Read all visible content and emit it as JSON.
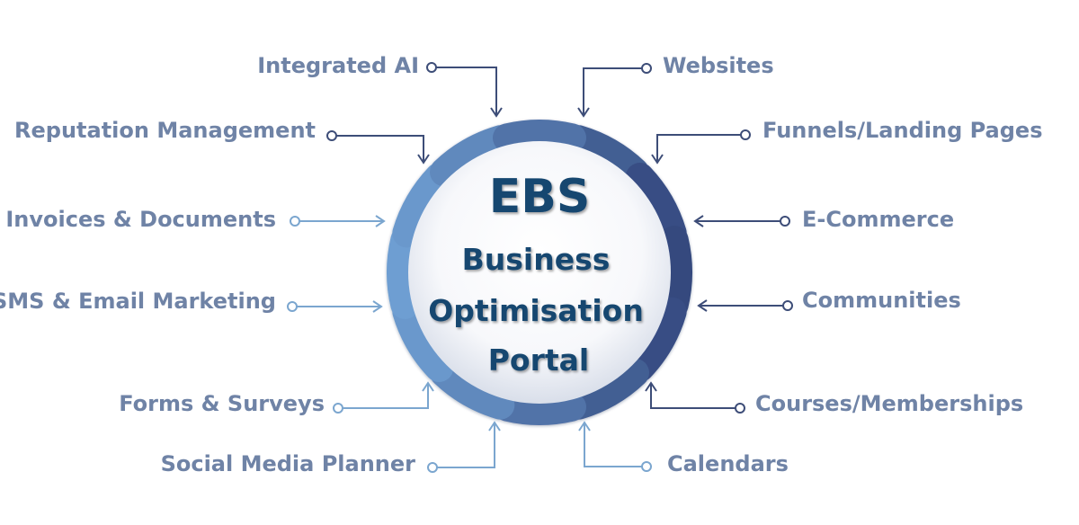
{
  "center": {
    "title": "EBS",
    "subtitle_lines": [
      "Business",
      "Optimisation",
      "Portal"
    ]
  },
  "features": {
    "integrated_ai": "Integrated AI",
    "websites": "Websites",
    "reputation_management": "Reputation Management",
    "funnels_landing_pages": "Funnels/Landing Pages",
    "invoices_documents": "Invoices & Documents",
    "e_commerce": "E-Commerce",
    "sms_email_marketing": "SMS & Email Marketing",
    "communities": "Communities",
    "forms_surveys": "Forms & Surveys",
    "courses_memberships": "Courses/Memberships",
    "social_media_planner": "Social Media Planner",
    "calendars": "Calendars"
  },
  "colors": {
    "label_text": "#6f83a6",
    "title_text": "#16466f",
    "ring_dark": "#34487e",
    "ring_mid": "#4a69a6",
    "ring_light": "#6e9ed2",
    "connector_dark": "#3d4d78",
    "connector_light": "#7ba6cf",
    "center_fill": "#ffffff",
    "center_shade": "#dfe4ee"
  }
}
